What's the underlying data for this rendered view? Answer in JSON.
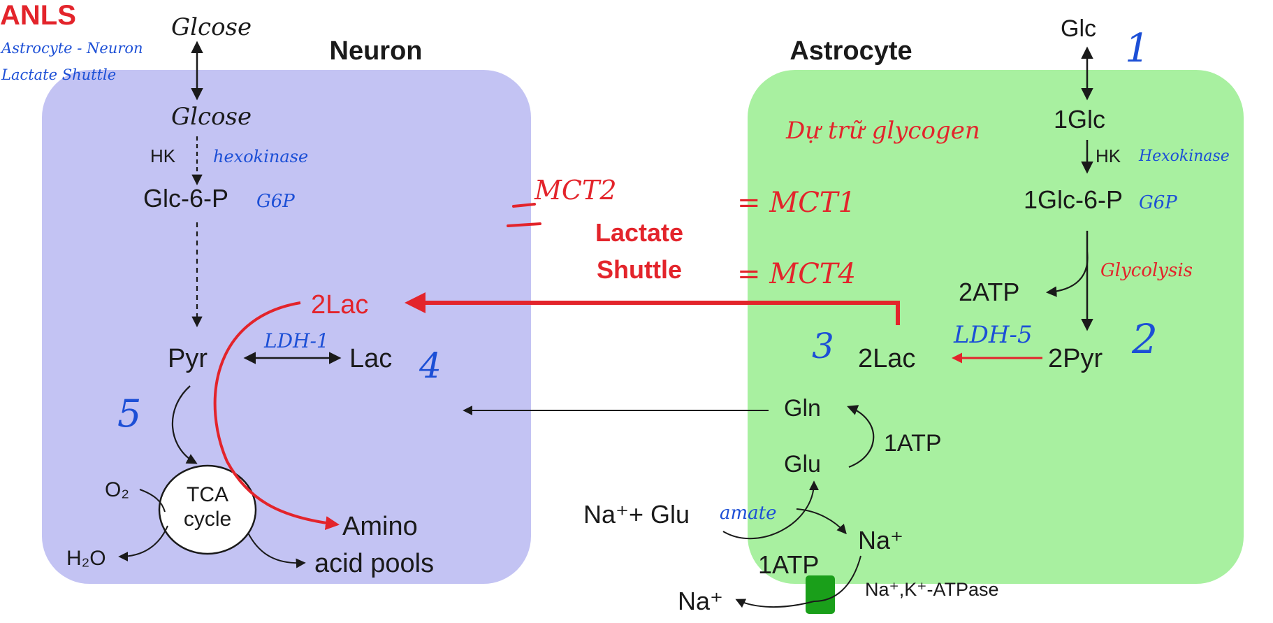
{
  "colors": {
    "neuron_fill": "#c3c3f3",
    "astrocyte_fill": "#a8f0a0",
    "red": "#e3242b",
    "blue": "#1c4fd6",
    "atpase_green": "#1a9f1a",
    "ink": "#1a1a1a"
  },
  "titles": {
    "neuron": "Neuron",
    "astrocyte": "Astrocyte",
    "lactate": "Lactate",
    "shuttle": "Shuttle"
  },
  "neuron": {
    "glc_top": "Glcose",
    "glc": "Glcose",
    "hk": "HK",
    "g6p": "Glc-6-P",
    "pyr": "Pyr",
    "lac": "Lac",
    "lac2": "2Lac",
    "tca_1": "TCA",
    "tca_2": "cycle",
    "o2": "O₂",
    "h2o": "H₂O",
    "amino_1": "Amino",
    "amino_2": "acid pools"
  },
  "astrocyte": {
    "glc_top": "Glc",
    "glc": "1Glc",
    "hk": "HK",
    "g6p": "1Glc-6-P",
    "atp2": "2ATP",
    "pyr2": "2Pyr",
    "lac2": "2Lac",
    "gln": "Gln",
    "glu": "Glu",
    "atp_gln": "1ATP",
    "na_glu": "Na⁺+ Glu",
    "na_in": "Na⁺",
    "atp_pump": "1ATP",
    "na_out": "Na⁺",
    "atpase": "Na⁺,K⁺-ATPase"
  },
  "notes": {
    "anls": "ANLS",
    "anls_sub1": "Astrocyte - Neuron",
    "anls_sub2": "Lactate Shuttle",
    "hexokinase_neuron": "hexokinase",
    "g6p_neuron": "G6P",
    "mct2": "MCT2",
    "mct1": "= MCT1",
    "mct4": "= MCT4",
    "glycogen": "Dự trữ glycogen",
    "hexokinase_astro": "Hexokinase",
    "g6p_astro": "G6P",
    "glycolysis": "Glycolysis",
    "ldh5": "LDH-5",
    "ldh1": "LDH-1",
    "amate": "amate",
    "n1": "1",
    "n2": "2",
    "n3": "3",
    "n4": "4",
    "n5": "5"
  }
}
